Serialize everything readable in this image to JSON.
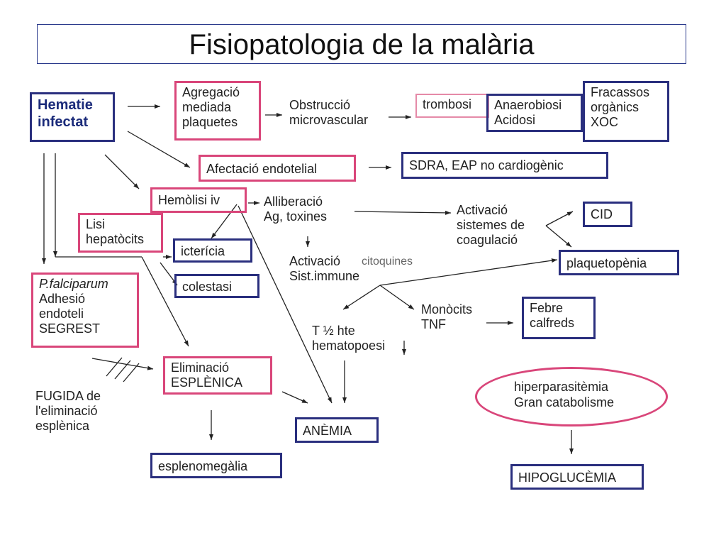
{
  "title": "Fisiopatologia de la malària",
  "nodes": {
    "hematie": [
      "Hematie",
      "infectat"
    ],
    "agregacio": [
      "Agregació",
      "mediada",
      "plaquetes"
    ],
    "obstruccio": [
      "Obstrucció",
      "microvascular"
    ],
    "trombosi": "trombosi",
    "anaerobiosi": [
      "Anaerobiosi",
      "Acidosi"
    ],
    "fracassos": [
      "Fracassos",
      "orgànics",
      "XOC"
    ],
    "afectacio": "Afectació endotelial",
    "sdra": "SDRA, EAP no cardiogènic",
    "hemolisi": "Hemòlisi iv",
    "alliberacio": [
      "Alliberació",
      "Ag, toxines"
    ],
    "activacio_coag": [
      "Activació",
      "sistemes de",
      "coagulació"
    ],
    "cid": "CID",
    "lisi": [
      "Lisi",
      "hepatòcits"
    ],
    "ictericia": "icterícia",
    "colestasi": "colestasi",
    "activacio_imm": [
      "Activació",
      "Sist.immune"
    ],
    "citoquines": "citoquines",
    "plaquetopenia": "plaquetopènia",
    "pfalciparum": [
      "P.falciparum",
      "Adhesió",
      "endoteli",
      "SEGREST"
    ],
    "monocits": [
      "Monòcits",
      "TNF"
    ],
    "febre": [
      "Febre",
      "calfreds"
    ],
    "thalf": [
      "T ½ hte",
      "hematopoesi"
    ],
    "eliminacio": [
      "Eliminació",
      "ESPLÈNICA"
    ],
    "fugida": [
      "FUGIDA de",
      "l'eliminació",
      "esplènica"
    ],
    "anemia": "ANÈMIA",
    "hiper": [
      "hiperparasitèmia",
      "Gran catabolisme"
    ],
    "esplenomegalia": "esplenomegàlia",
    "hipoglucemia": "HIPOGLUCÈMIA"
  },
  "colors": {
    "blue_border": "#2a2f7e",
    "red_border": "#d9467a",
    "title_border": "#2b3a8c"
  }
}
